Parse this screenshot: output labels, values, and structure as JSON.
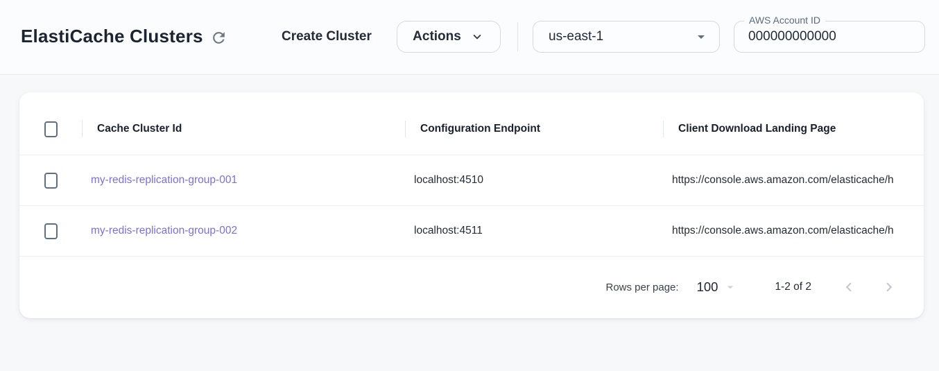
{
  "colors": {
    "page_bg": "#f6f8fa",
    "topbar_bg": "#fbfcfd",
    "card_bg": "#ffffff",
    "text_primary": "#1b2430",
    "link": "#7a6fe0",
    "checkbox_border": "#5f6e81",
    "muted_icon": "#6f7780",
    "disabled_icon": "#c2c8cf"
  },
  "topbar": {
    "title": "ElastiCache Clusters",
    "create_cluster_label": "Create Cluster",
    "actions_label": "Actions",
    "region_select": {
      "value": "us-east-1"
    },
    "account_field": {
      "label": "AWS Account ID",
      "value": "000000000000"
    }
  },
  "table": {
    "columns": [
      {
        "label": "Cache Cluster Id"
      },
      {
        "label": "Configuration Endpoint"
      },
      {
        "label": "Client Download Landing Page"
      }
    ],
    "rows": [
      {
        "cache_cluster_id": "my-redis-replication-group-001",
        "configuration_endpoint": "localhost:4510",
        "client_download_landing_page": "https://console.aws.amazon.com/elasticache/h"
      },
      {
        "cache_cluster_id": "my-redis-replication-group-002",
        "configuration_endpoint": "localhost:4511",
        "client_download_landing_page": "https://console.aws.amazon.com/elasticache/h"
      }
    ],
    "pagination": {
      "rows_per_page_label": "Rows per page:",
      "rows_per_page_value": "100",
      "range_label": "1-2 of 2"
    }
  }
}
